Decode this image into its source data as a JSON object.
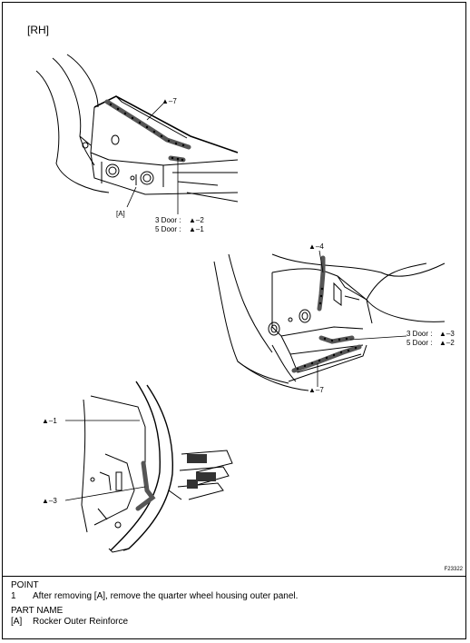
{
  "header": {
    "side_label": "[RH]"
  },
  "figure": {
    "id": "F23322",
    "top": {
      "spot_label": "▲–7",
      "part_ref": "[A]",
      "door3": {
        "label": "3 Door :",
        "code": "▲–2"
      },
      "door5": {
        "label": "5 Door :",
        "code": "▲–1"
      }
    },
    "middle": {
      "top_label": "▲–4",
      "bottom_label": "▲–7",
      "door3": {
        "label": "3 Door :",
        "code": "▲–3"
      },
      "door5": {
        "label": "5 Door :",
        "code": "▲–2"
      }
    },
    "bottom": {
      "label1": "▲–1",
      "label2": "▲–3"
    }
  },
  "notes": {
    "point_heading": "POINT",
    "point_num": "1",
    "point_text": "After removing [A], remove the quarter wheel housing outer panel.",
    "part_heading": "PART NAME",
    "part_ref": "[A]",
    "part_text": "Rocker Outer Reinforce"
  }
}
